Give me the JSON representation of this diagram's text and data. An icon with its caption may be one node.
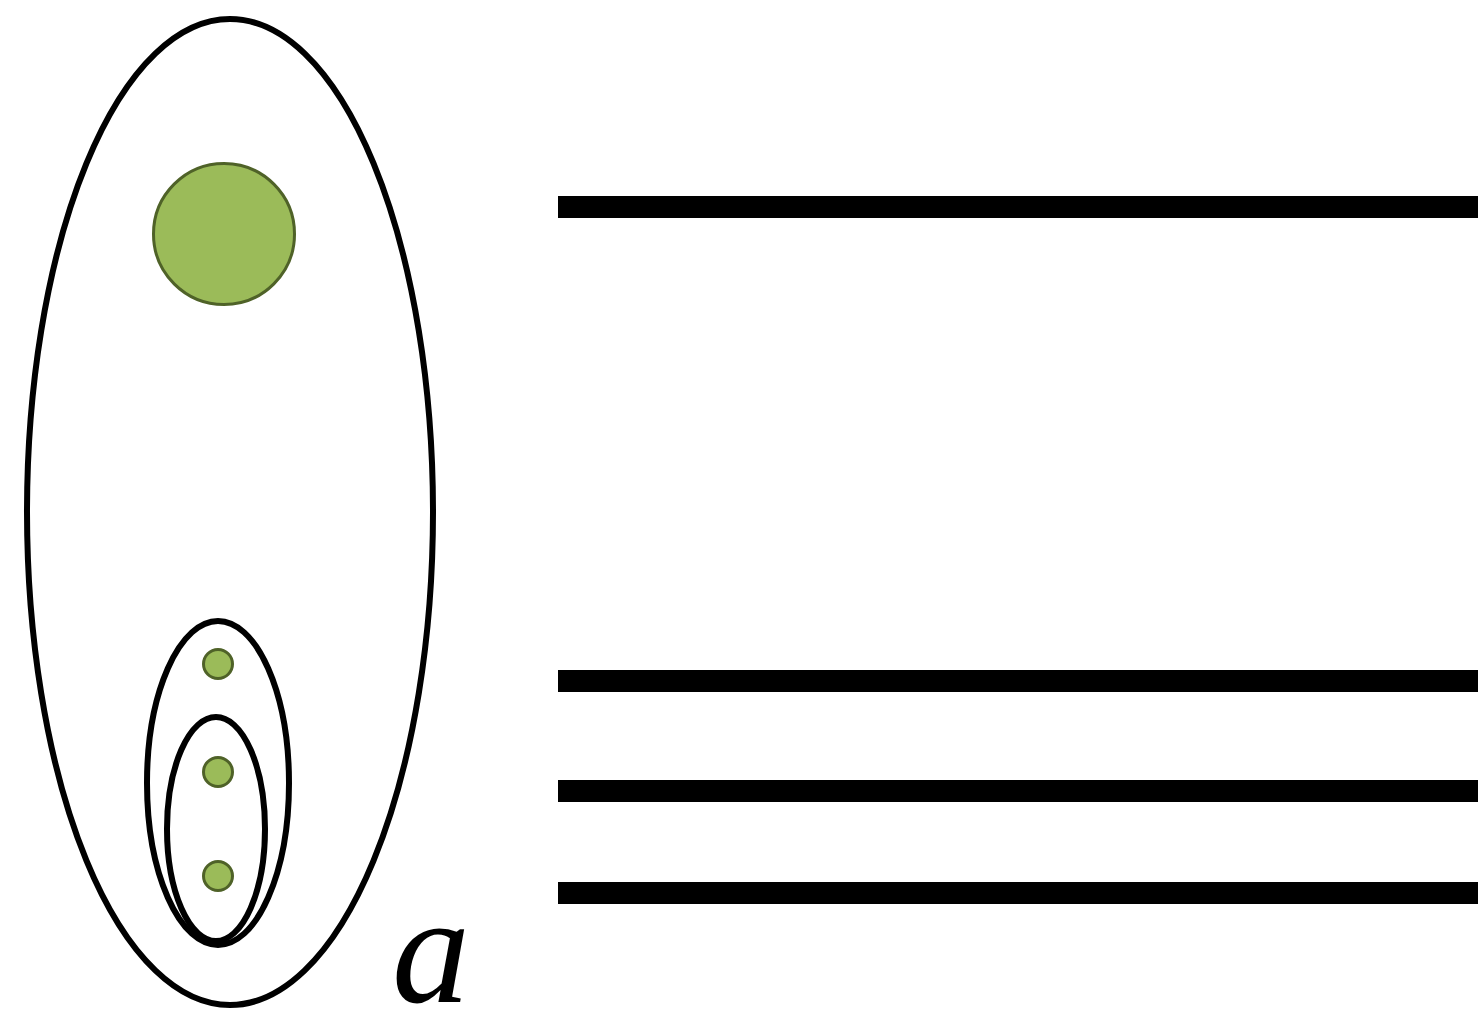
{
  "diagram": {
    "nodes": [
      {
        "text": [],
        "shape": "ellipse"
      },
      {
        "text": [],
        "shape": "circle",
        "in": 0
      },
      {
        "text": [],
        "shape": "ellipse",
        "in": 0
      },
      {
        "text": [],
        "shape": "circle",
        "in": 2
      },
      {
        "text": [],
        "shape": "ellipse",
        "in": 2
      },
      {
        "text": [],
        "shape": "circle",
        "in": 4
      },
      {
        "text": [],
        "shape": "circle",
        "in": 4
      },
      {
        "text": [],
        "shape": "bar"
      },
      {
        "text": [],
        "shape": "bar"
      },
      {
        "text": [],
        "shape": "bar"
      },
      {
        "text": [],
        "shape": "bar"
      }
    ],
    "labels": [
      "a"
    ]
  }
}
